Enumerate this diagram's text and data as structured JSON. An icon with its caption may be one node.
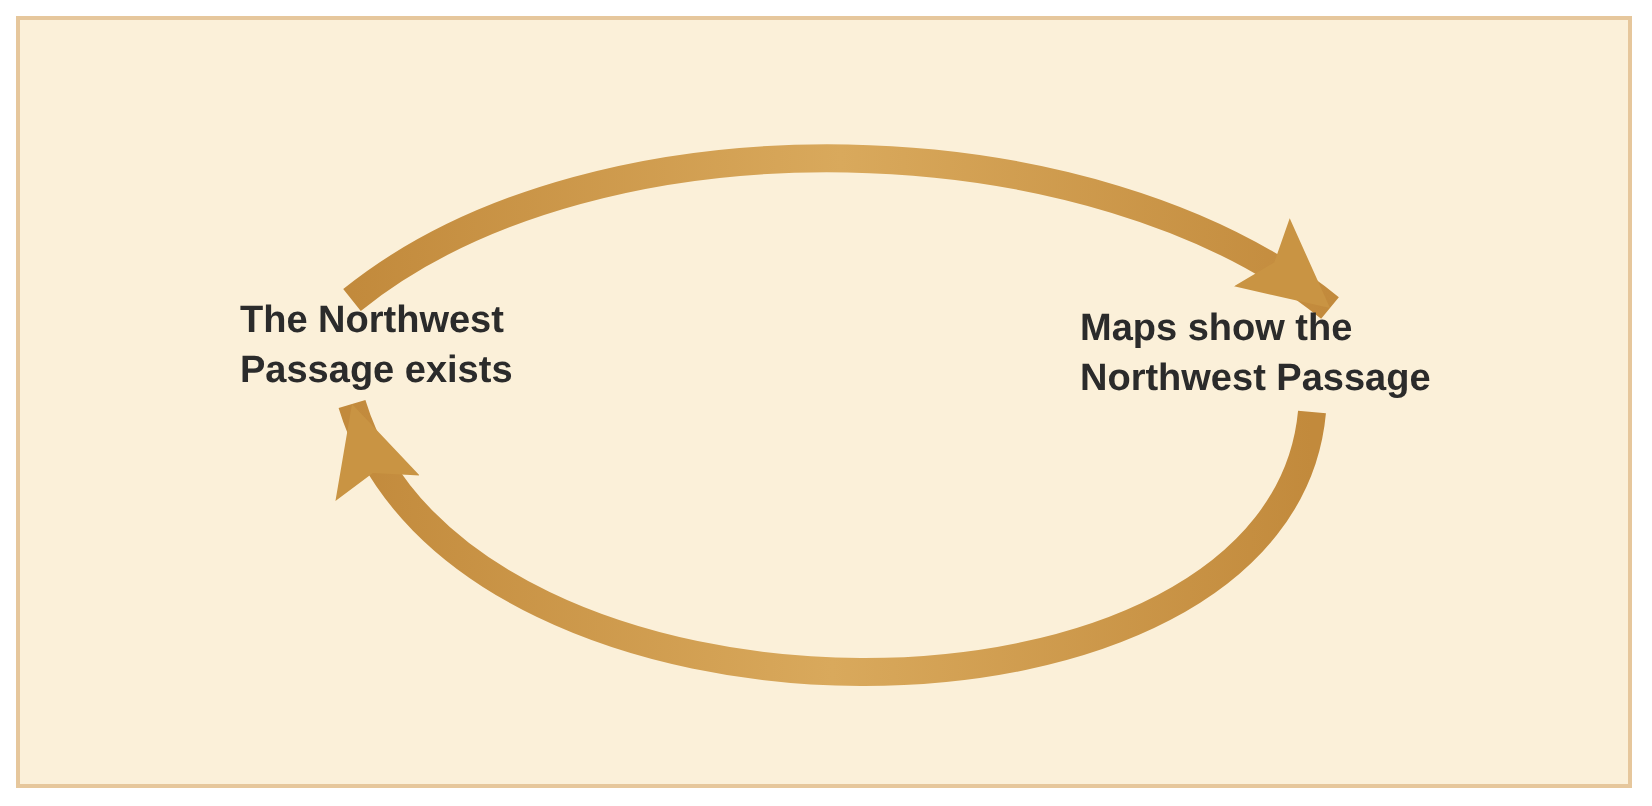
{
  "diagram": {
    "nodes": [
      {
        "text": [
          "The Northwest Passage exists"
        ]
      },
      {
        "text": [
          "Maps show the Northwest Passage"
        ]
      }
    ],
    "edges": [
      {
        "from": 0,
        "to": 1,
        "arrow": "to"
      },
      {
        "from": 1,
        "to": 0,
        "arrow": "to"
      }
    ]
  }
}
